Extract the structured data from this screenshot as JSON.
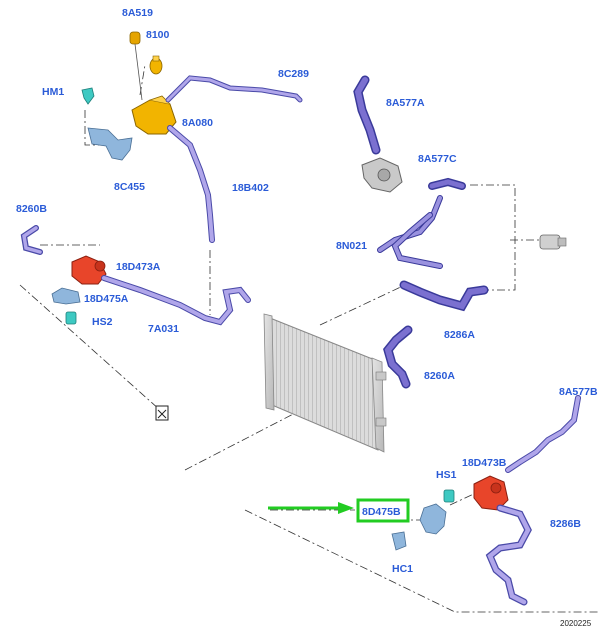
{
  "diagram": {
    "labels": {
      "l_8A519": "8A519",
      "l_8100": "8100",
      "l_HM1": "HM1",
      "l_8C289": "8C289",
      "l_8A080": "8A080",
      "l_8C455": "8C455",
      "l_18B402": "18B402",
      "l_8A577A": "8A577A",
      "l_8A577C": "8A577C",
      "l_8260B": "8260B",
      "l_18D473A": "18D473A",
      "l_18D475A": "18D475A",
      "l_HS2": "HS2",
      "l_7A031": "7A031",
      "l_8N021": "8N021",
      "l_8286A": "8286A",
      "l_8260A": "8260A",
      "l_8A577B": "8A577B",
      "l_18D473B": "18D473B",
      "l_HS1": "HS1",
      "l_8D475B": "8D475B",
      "l_8286B": "8286B",
      "l_HC1": "HC1"
    },
    "highlighted_label": "8D475B",
    "footer_code": "2020225",
    "colors": {
      "label": "#2a5bd7",
      "hose": "#8a7fd6",
      "hose_dark": "#4a4aa8",
      "reservoir": "#f2b400",
      "pump": "#e8452a",
      "bracket": "#8fb6dc",
      "fitting": "#3ec9c2",
      "highlight": "#22cc22"
    }
  }
}
